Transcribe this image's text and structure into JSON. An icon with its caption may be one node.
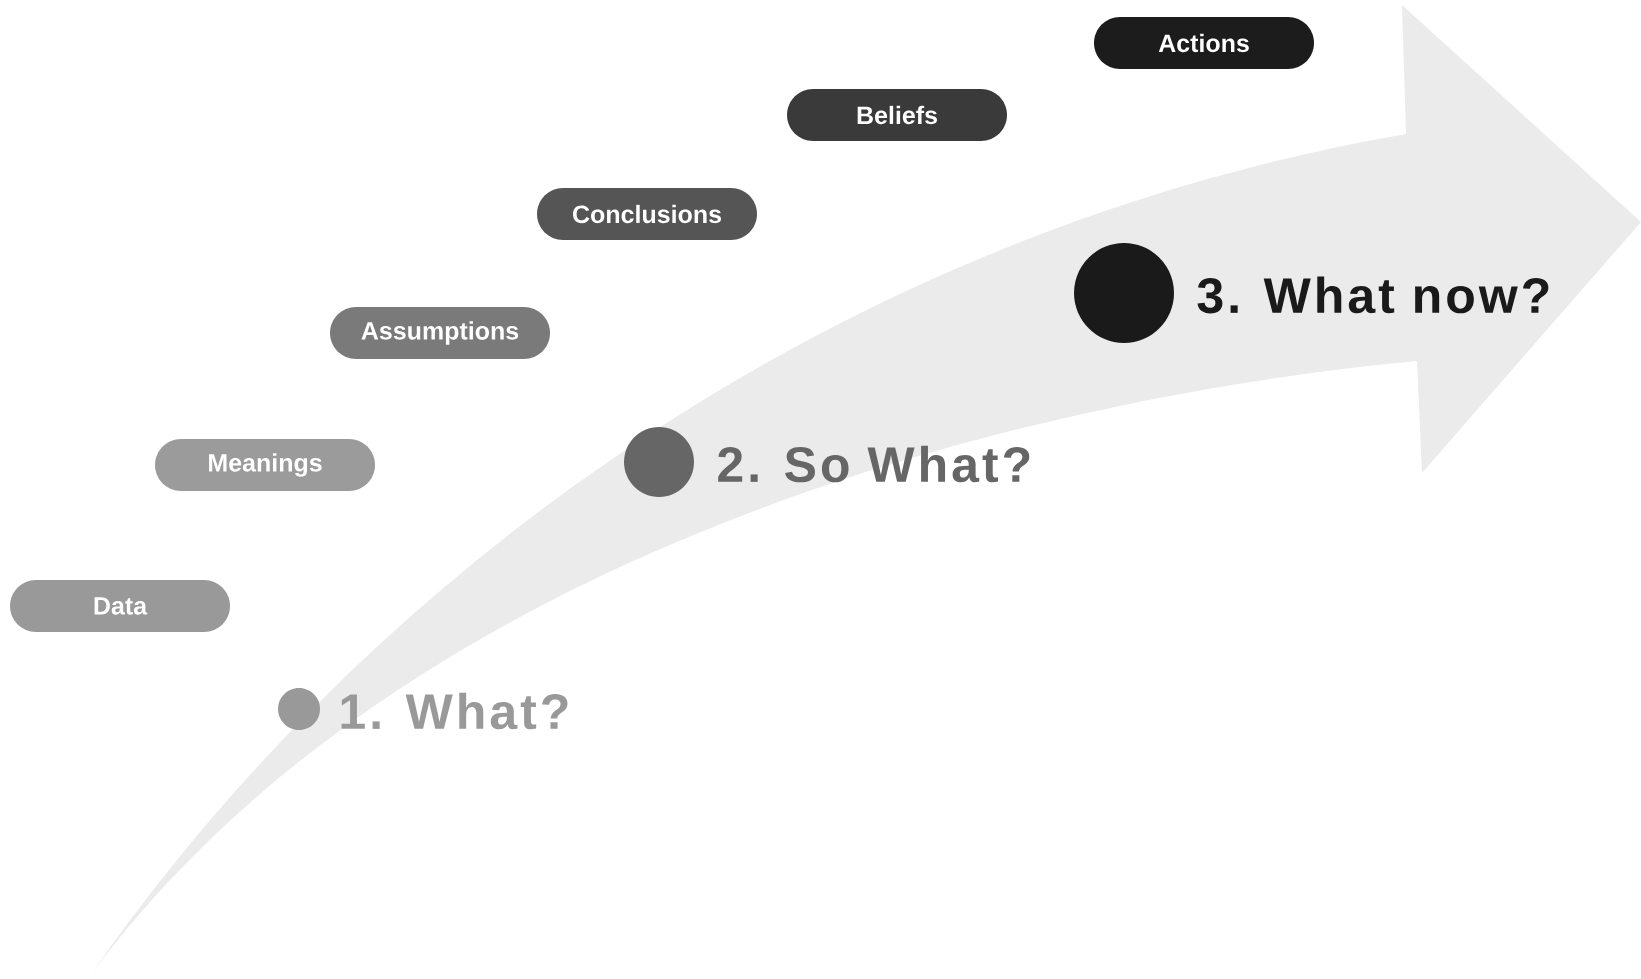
{
  "diagram": {
    "nodes": [
      {
        "text": [
          "Data"
        ]
      },
      {
        "text": [
          "Meanings"
        ]
      },
      {
        "text": [
          "Assumptions"
        ]
      },
      {
        "text": [
          "Conclusions"
        ]
      },
      {
        "text": [
          "Beliefs"
        ]
      },
      {
        "text": [
          "Actions"
        ]
      },
      {
        "text": [],
        "shape": "circle",
        "beside": [
          "1. What?"
        ]
      },
      {
        "text": [],
        "shape": "circle",
        "beside": [
          "2. So What?"
        ]
      },
      {
        "text": [],
        "shape": "circle",
        "beside": [
          "3. What now?"
        ]
      }
    ]
  }
}
